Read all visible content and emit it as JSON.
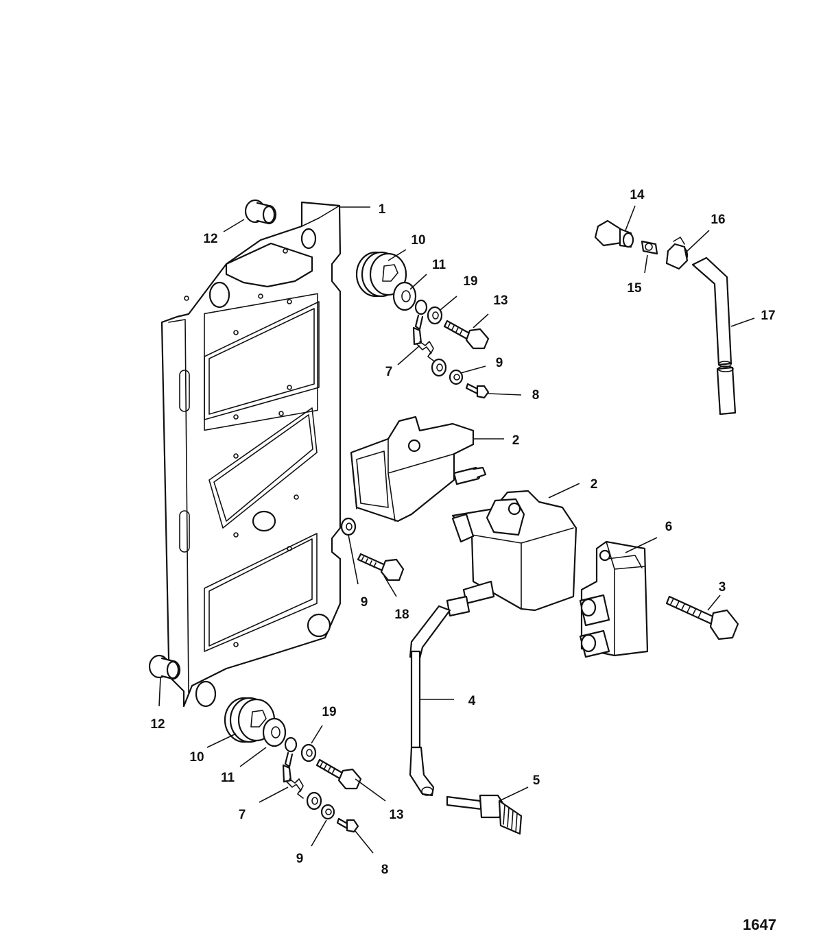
{
  "figure_number": "1647",
  "callouts": {
    "c1": "1",
    "c2a": "2",
    "c2b": "2",
    "c3": "3",
    "c4": "4",
    "c5": "5",
    "c6": "6",
    "c7a": "7",
    "c7b": "7",
    "c8a": "8",
    "c8b": "8",
    "c9a": "9",
    "c9b": "9",
    "c9c": "9",
    "c10a": "10",
    "c10b": "10",
    "c11a": "11",
    "c11b": "11",
    "c12a": "12",
    "c12b": "12",
    "c13a": "13",
    "c13b": "13",
    "c14": "14",
    "c15": "15",
    "c16": "16",
    "c17": "17",
    "c18": "18",
    "c19a": "19",
    "c19b": "19"
  }
}
